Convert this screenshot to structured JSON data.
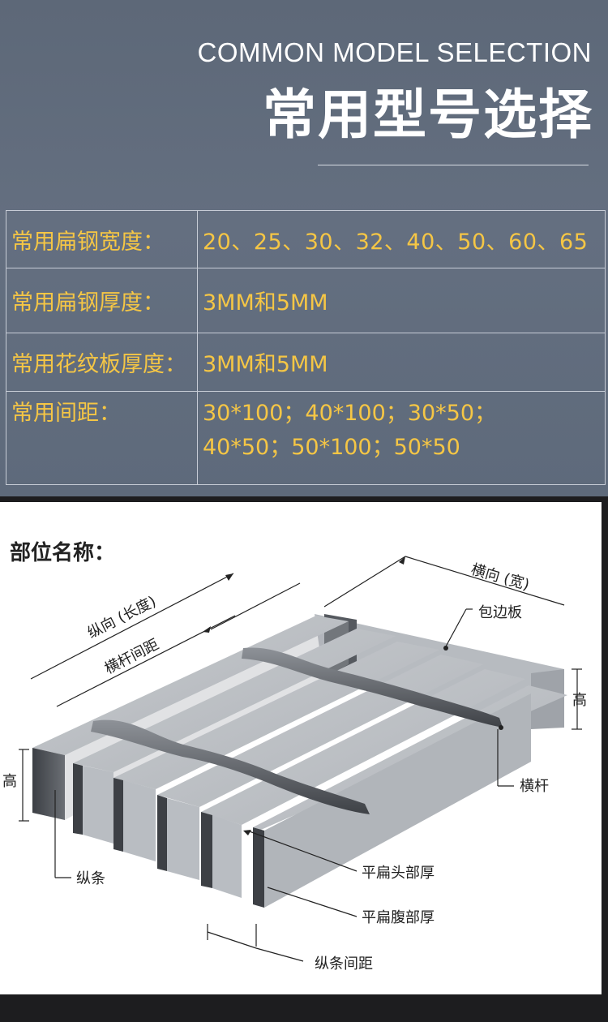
{
  "header": {
    "en_title": "COMMON MODEL SELECTION",
    "cn_title": "常用型号选择"
  },
  "specs": [
    {
      "label": "常用扁钢宽度：",
      "value": "20、25、30、32、40、50、60、65"
    },
    {
      "label": "常用扁钢厚度：",
      "value": "3MM和5MM"
    },
    {
      "label": "常用花纹板厚度：",
      "value": "3MM和5MM"
    },
    {
      "label": "常用间距：",
      "value_line1": "30*100；40*100；30*50；",
      "value_line2": "40*50；50*100；50*50"
    }
  ],
  "diagram": {
    "title": "部位名称：",
    "labels": {
      "transverse_width": "横向 (宽)",
      "longitudinal_length": "纵向 (长度)",
      "crossbar_spacing": "横杆间距",
      "edge_plate": "包边板",
      "height_right": "高",
      "height_left": "高",
      "crossbar": "横杆",
      "bearing_bar": "纵条",
      "flat_head_thickness": "平扁头部厚",
      "flat_belly_thickness": "平扁腹部厚",
      "bearing_bar_spacing": "纵条间距"
    }
  },
  "colors": {
    "accent_text": "#f5c645",
    "header_bg": "#626d7e",
    "table_border": "#c7ccd6"
  }
}
